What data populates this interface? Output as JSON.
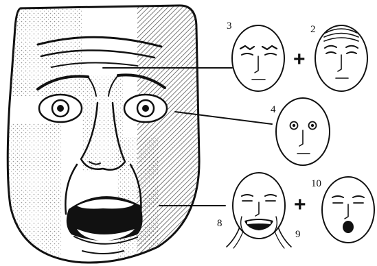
{
  "labels": {
    "n3": "3",
    "n2": "2",
    "n4": "4",
    "n10": "10",
    "n8": "8",
    "n9": "9"
  },
  "operators": {
    "plus_top": "+",
    "plus_bottom": "+"
  },
  "colors": {
    "ink": "#111111",
    "paper": "#ffffff"
  }
}
